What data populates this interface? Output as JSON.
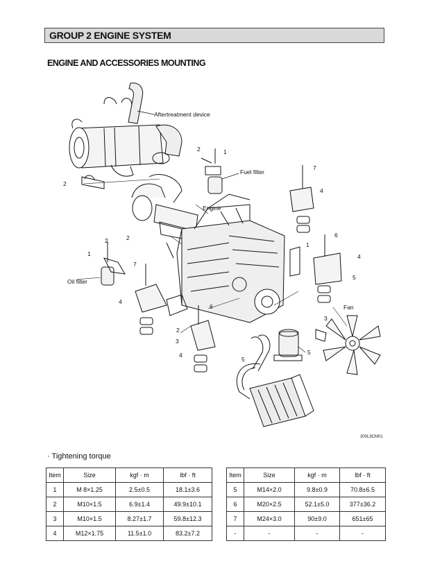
{
  "header": {
    "group_title": "GROUP  2  ENGINE SYSTEM"
  },
  "section": {
    "title": "ENGINE  AND ACCESSORIES MOUNTING"
  },
  "diagram": {
    "labels": {
      "aftertreatment": "Aftertreatment device",
      "fuel_filter": "Fuel filter",
      "engine": "Engine",
      "oil_filter": "Oil filter",
      "fan": "Fan"
    },
    "callouts": [
      "1",
      "2",
      "3",
      "4",
      "5",
      "6",
      "7"
    ],
    "figure_code": "300L9CM01"
  },
  "torque": {
    "caption": "· Tightening torque",
    "headers": [
      "Item",
      "Size",
      "kgf · m",
      "lbf · ft"
    ],
    "left_rows": [
      [
        "1",
        "M 8×1.25",
        "2.5±0.5",
        "18.1±3.6"
      ],
      [
        "2",
        "M10×1.5",
        "6.9±1.4",
        "49.9±10.1"
      ],
      [
        "3",
        "M10×1.5",
        "8.27±1.7",
        "59.8±12.3"
      ],
      [
        "4",
        "M12×1.75",
        "11.5±1.0",
        "83.2±7.2"
      ]
    ],
    "right_rows": [
      [
        "5",
        "M14×2.0",
        "9.8±0.9",
        "70.8±6.5"
      ],
      [
        "6",
        "M20×2.5",
        "52.1±5.0",
        "377±36.2"
      ],
      [
        "7",
        "M24×3.0",
        "90±9.0",
        "651±65"
      ],
      [
        "-",
        "-",
        "-",
        "-"
      ]
    ]
  }
}
